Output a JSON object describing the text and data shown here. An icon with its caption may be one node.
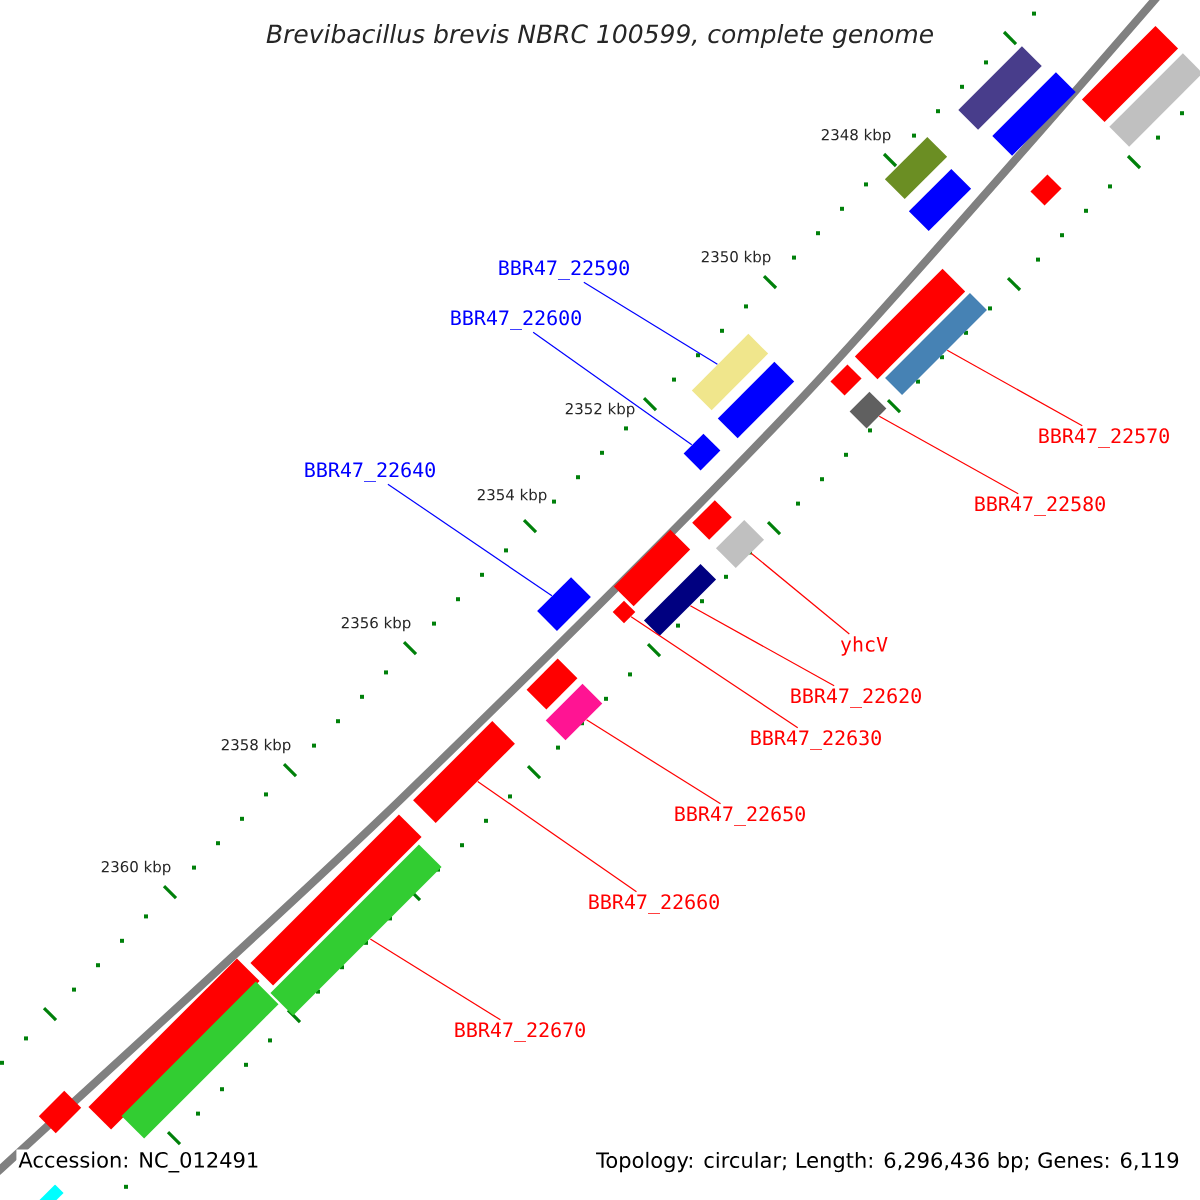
{
  "diagram": {
    "title": "Brevibacillus brevis NBRC 100599, complete genome",
    "nodes": [
      {
        "text": [
          "BBR47_22590"
        ]
      },
      {
        "text": [
          "BBR47_22600"
        ]
      },
      {
        "text": [
          "BBR47_22570"
        ]
      },
      {
        "text": [
          "BBR47_22640"
        ]
      },
      {
        "text": [
          "BBR47_22580"
        ]
      },
      {
        "text": [
          "yhcV"
        ]
      },
      {
        "text": [
          "BBR47_22620"
        ]
      },
      {
        "text": [
          "BBR47_22630"
        ]
      },
      {
        "text": [
          "BBR47_22650"
        ]
      },
      {
        "text": [
          "BBR47_22660"
        ]
      },
      {
        "text": [
          "BBR47_22670"
        ]
      },
      {
        "text": [],
        "shape": "bar"
      },
      {
        "text": [],
        "shape": "bar"
      },
      {
        "text": [],
        "shape": "bar"
      },
      {
        "text": [],
        "shape": "bar"
      },
      {
        "text": [],
        "shape": "bar"
      },
      {
        "text": [],
        "shape": "bar"
      },
      {
        "text": [],
        "shape": "bar"
      },
      {
        "text": [],
        "shape": "bar"
      },
      {
        "text": [],
        "shape": "bar"
      },
      {
        "text": [],
        "shape": "bar"
      },
      {
        "text": [],
        "shape": "bar"
      },
      {
        "text": [],
        "shape": "bar"
      },
      {
        "text": [],
        "shape": "bar"
      },
      {
        "text": [],
        "shape": "bar"
      },
      {
        "text": [],
        "shape": "bar"
      },
      {
        "text": [],
        "shape": "bar"
      },
      {
        "text": [],
        "shape": "bar"
      },
      {
        "text": [],
        "shape": "bar"
      },
      {
        "text": [],
        "shape": "bar"
      },
      {
        "text": [],
        "shape": "bar"
      },
      {
        "text": [],
        "shape": "bar"
      },
      {
        "text": [],
        "shape": "bar"
      },
      {
        "text": [],
        "shape": "bar"
      },
      {
        "text": [],
        "shape": "bar"
      },
      {
        "text": [],
        "shape": "bar"
      },
      {
        "text": [],
        "shape": "bar"
      },
      {
        "text": [],
        "shape": "bar"
      },
      {
        "text": [],
        "shape": "bar"
      },
      {
        "text": [],
        "shape": "bar"
      }
    ],
    "edges": [
      {
        "from": 0,
        "to": 11,
        "arrow": "none",
        "color": "#0000ff"
      },
      {
        "from": 1,
        "to": 12,
        "arrow": "none",
        "color": "#0000ff"
      },
      {
        "from": 2,
        "to": 13,
        "arrow": "none"
      },
      {
        "from": 3,
        "to": 14,
        "arrow": "none",
        "color": "#0000ff"
      },
      {
        "from": 4,
        "to": 15,
        "arrow": "none"
      },
      {
        "from": 5,
        "to": 16,
        "arrow": "none"
      },
      {
        "from": 6,
        "to": 17,
        "arrow": "none"
      },
      {
        "from": 7,
        "to": 18,
        "arrow": "none"
      },
      {
        "from": 8,
        "to": 19,
        "arrow": "none"
      },
      {
        "from": 9,
        "to": 20,
        "arrow": "none"
      },
      {
        "from": 10,
        "to": 21,
        "arrow": "none"
      }
    ],
    "labels": [
      "2348 kbp",
      "2350 kbp",
      "2352 kbp",
      "2354 kbp",
      "2356 kbp",
      "2358 kbp",
      "2360 kbp",
      "Accession: NC_012491",
      "Topology: circular; Length: 6,296,436 bp; Genes: 6,119"
    ]
  }
}
